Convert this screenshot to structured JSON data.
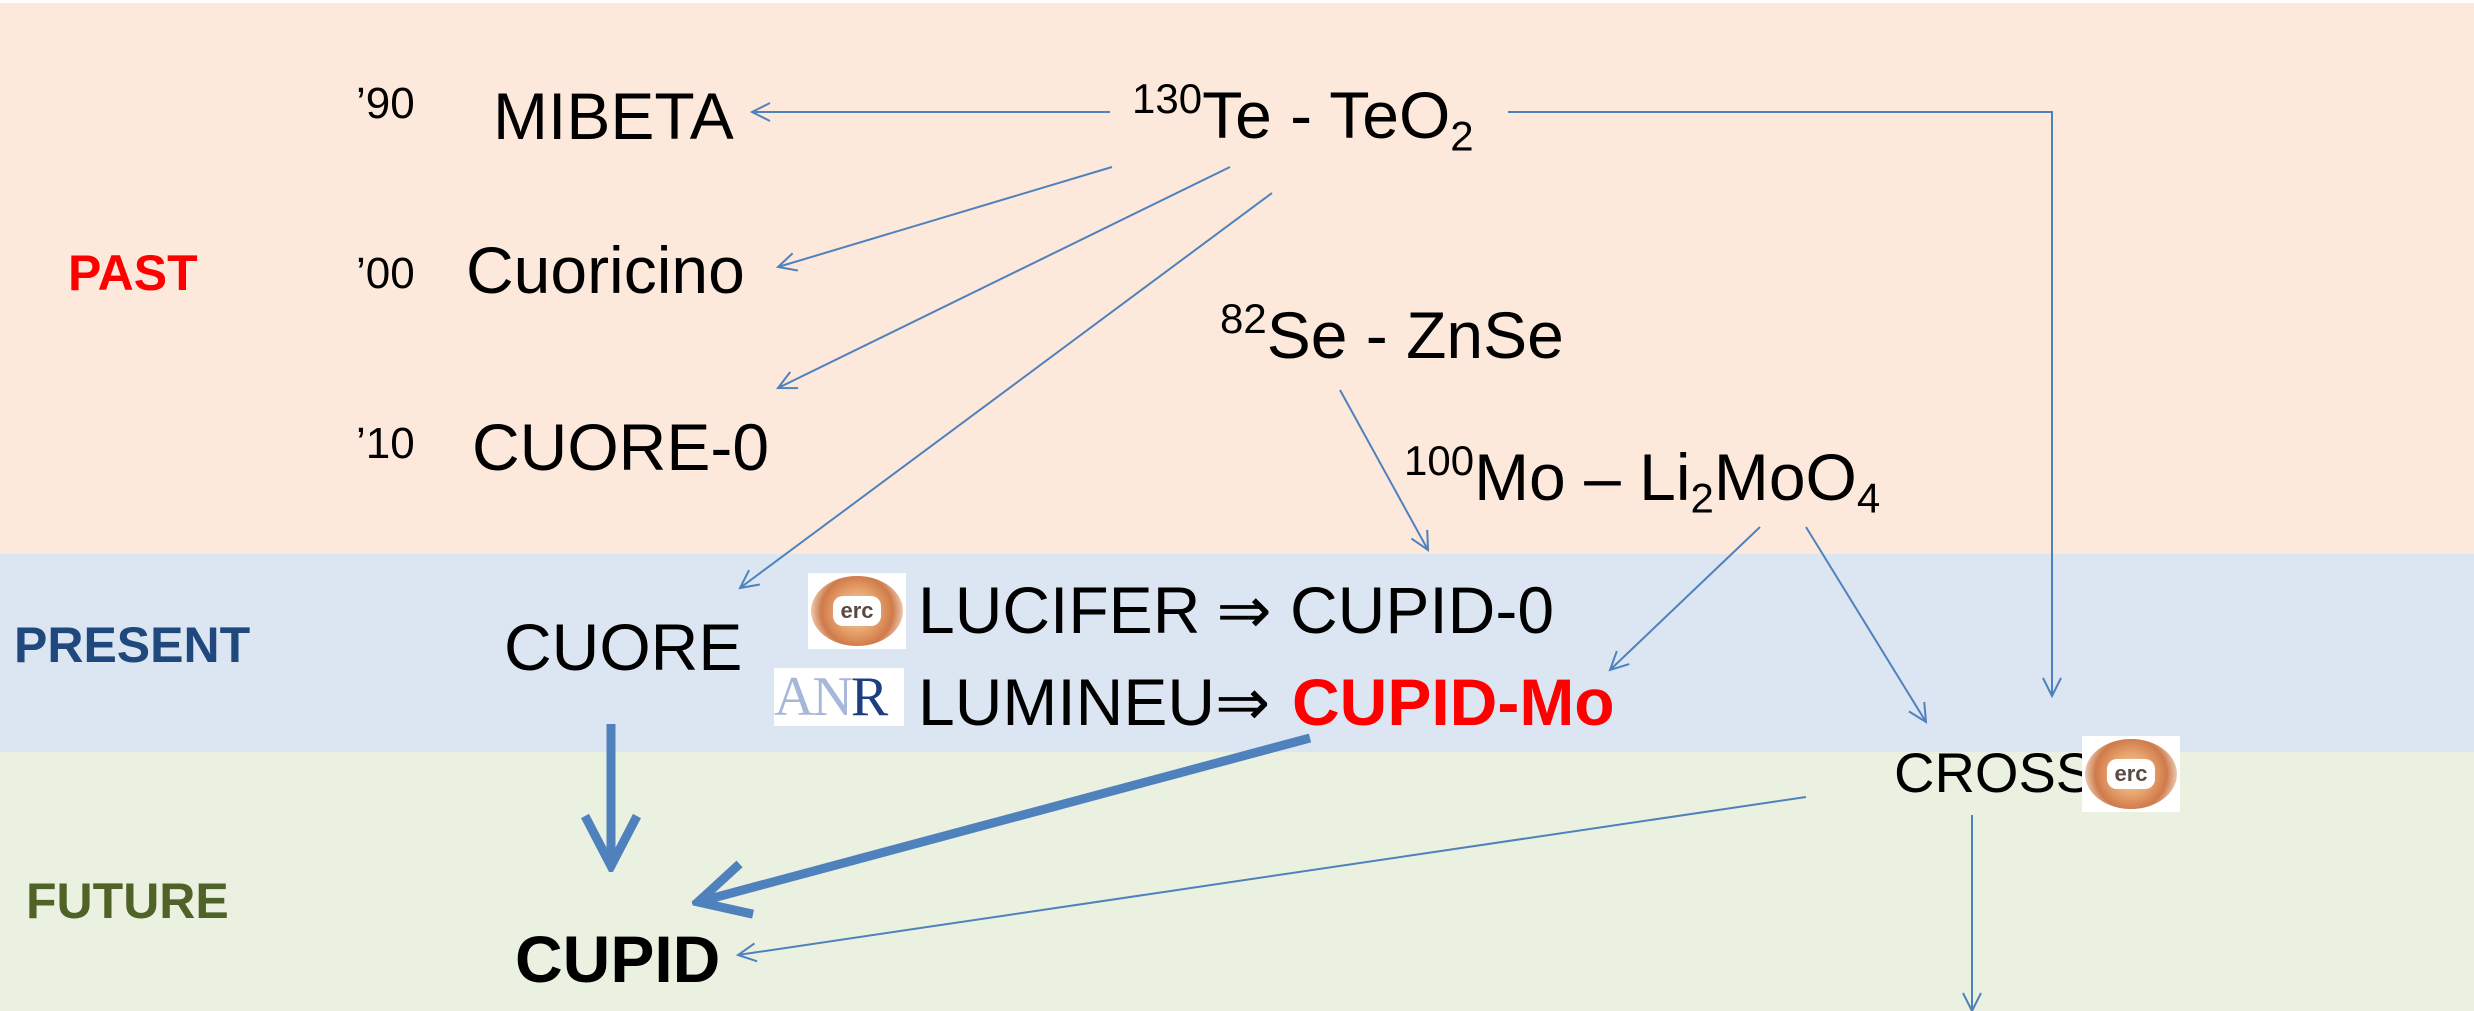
{
  "eras": {
    "past": "PAST",
    "present": "PRESENT",
    "future": "FUTURE"
  },
  "colors": {
    "past_band": "#fde9db",
    "present_band": "#dce6f3",
    "future_band": "#ebf1e0",
    "past_label": "#ff0000",
    "present_label": "#1f497d",
    "future_label": "#4f6228",
    "arrow": "#4f81bd",
    "highlight": "#ff0000"
  },
  "years": {
    "y90": "’90",
    "y00": "’00",
    "y10": "’10"
  },
  "experiments": {
    "mibeta": "MIBETA",
    "cuoricino": "Cuoricino",
    "cuore0": "CUORE-0",
    "cuore": "CUORE",
    "lucifer": "LUCIFER",
    "cupid0": "CUPID-0",
    "lumineu": "LUMINEU",
    "cupidmo": "CUPID-Mo",
    "cross": "CROSS",
    "cupid": "CUPID"
  },
  "symbols": {
    "implies": "⇒"
  },
  "isotopes": {
    "te": {
      "mass": "130",
      "element": "Te - TeO",
      "sub": "2"
    },
    "se": {
      "mass": "82",
      "element": "Se - ZnSe"
    },
    "mo": {
      "mass": "100",
      "prefix": "Mo – Li",
      "sub1": "2",
      "mid": "MoO",
      "sub2": "4"
    }
  },
  "logos": {
    "erc": "erc",
    "anr_letters": [
      "A",
      "N",
      "R"
    ],
    "icons": [
      "erc-logo-icon",
      "anr-logo-icon"
    ]
  }
}
